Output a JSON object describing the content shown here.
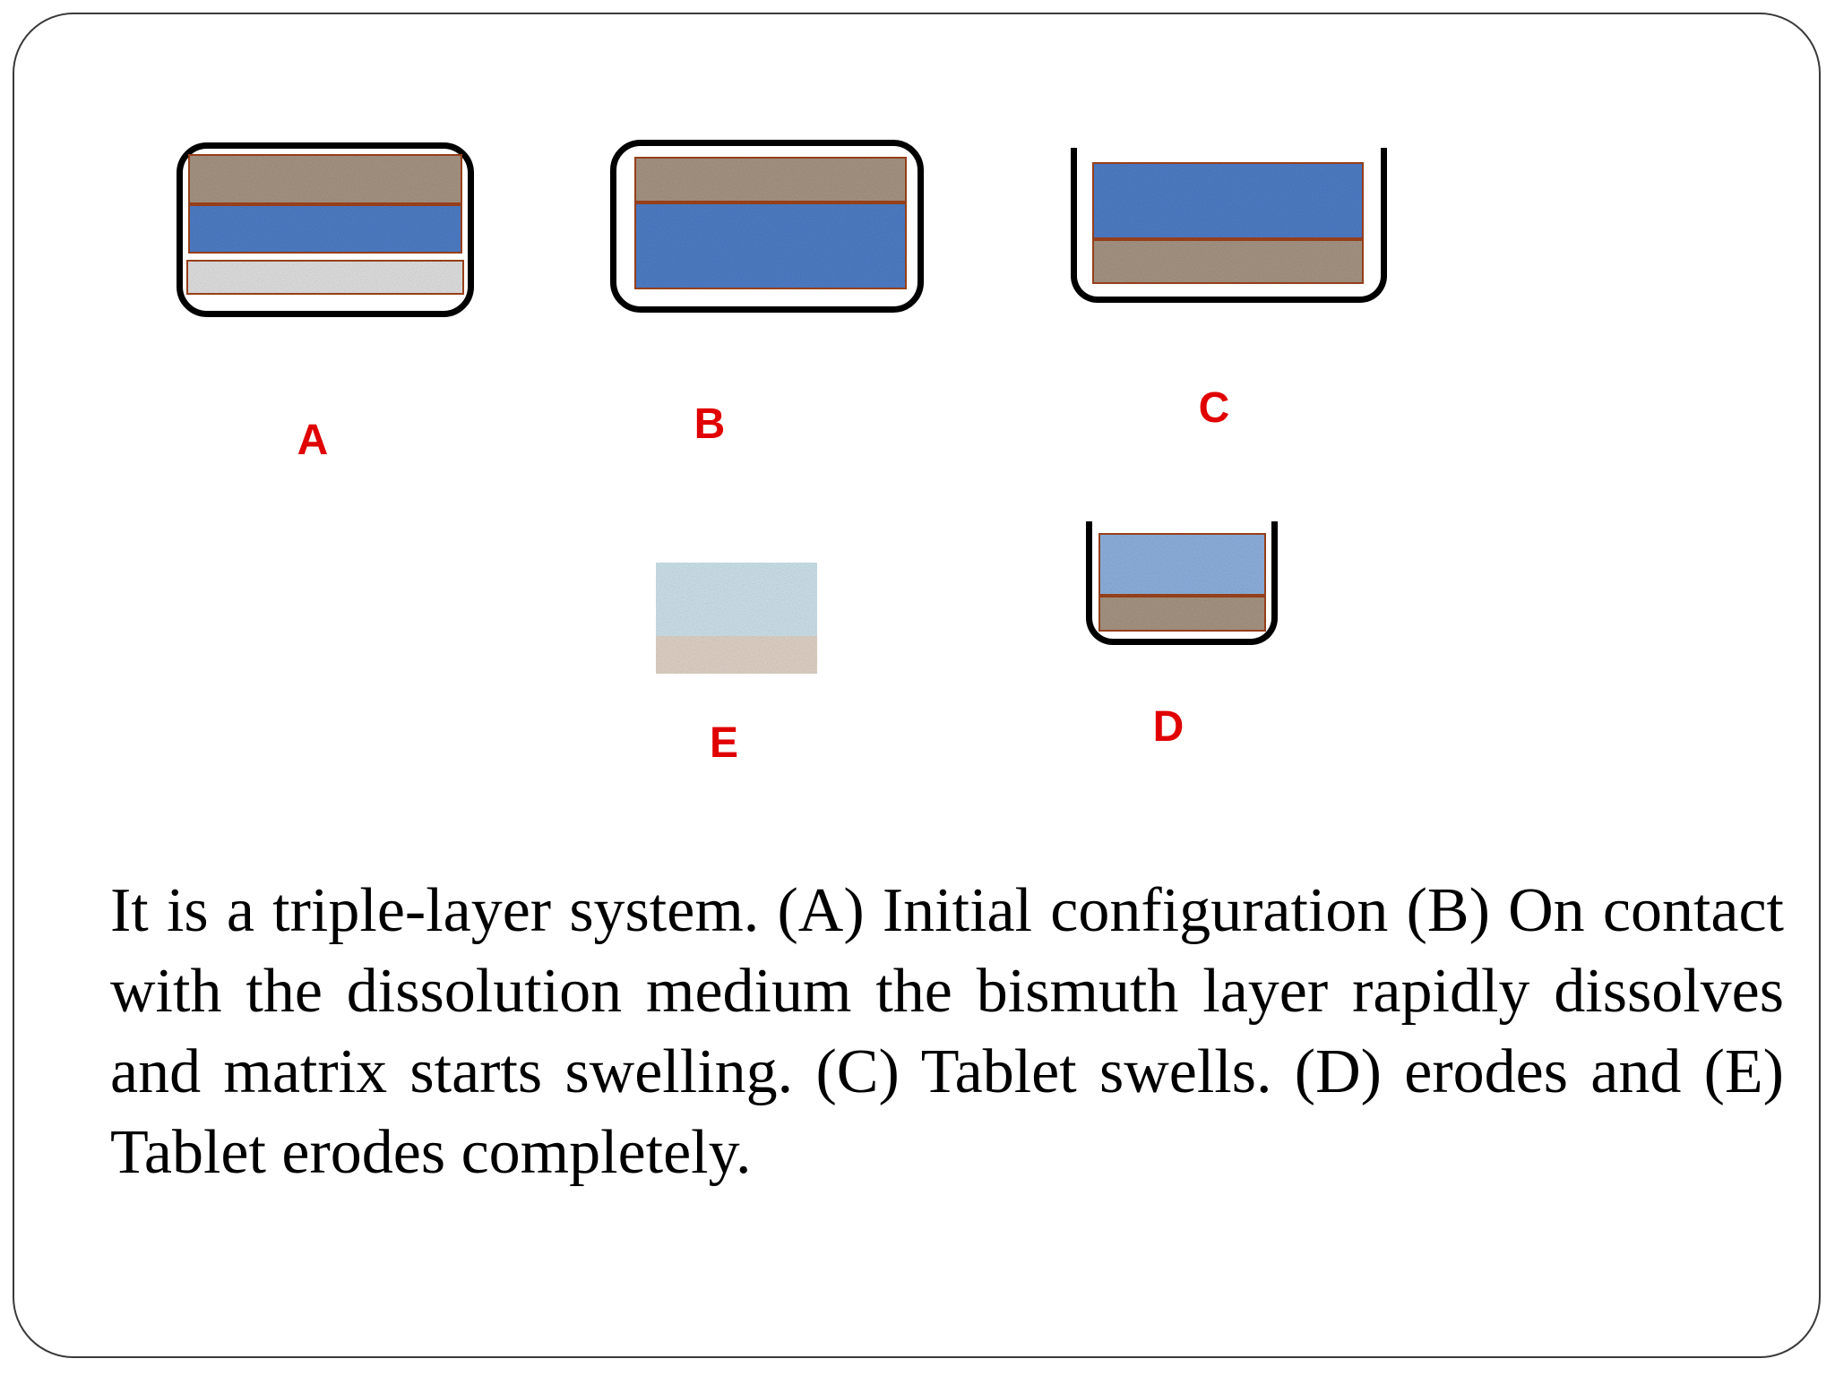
{
  "labels": {
    "a": "A",
    "b": "B",
    "c": "C",
    "d": "D",
    "e": "E"
  },
  "caption": "It is a triple-layer system. (A) Initial configuration (B) On contact with the dissolution medium the bismuth layer rapidly dissolves and matrix starts swelling. (C) Tablet swells. (D) erodes and (E) Tablet erodes completely.",
  "colors": {
    "label_red": "#e00000",
    "outline_black": "#000000",
    "layer_border": "#a0441c",
    "matrix_blue": "#4f7ec8",
    "granite_brown": "#a89684",
    "bismuth_grey": "#e2e2e2",
    "faded_blue": "#cfe4ee",
    "faded_brown": "#e2d4c8"
  }
}
